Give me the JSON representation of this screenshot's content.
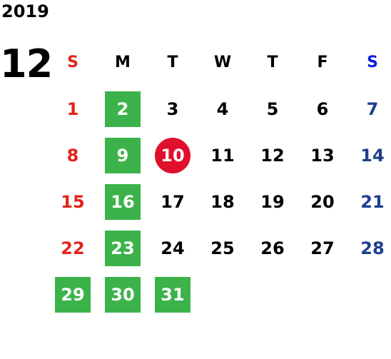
{
  "calendar": {
    "year": "2019",
    "month": "12",
    "weekdays": [
      "S",
      "M",
      "T",
      "W",
      "T",
      "F",
      "S"
    ],
    "weeks": [
      [
        "1",
        "2",
        "3",
        "4",
        "5",
        "6",
        "7"
      ],
      [
        "8",
        "9",
        "10",
        "11",
        "12",
        "13",
        "14"
      ],
      [
        "15",
        "16",
        "17",
        "18",
        "19",
        "20",
        "21"
      ],
      [
        "22",
        "23",
        "24",
        "25",
        "26",
        "27",
        "28"
      ],
      [
        "29",
        "30",
        "31",
        "",
        "",
        "",
        ""
      ]
    ],
    "today": "10",
    "highlighted_days": [
      "2",
      "9",
      "16",
      "23",
      "29",
      "30",
      "31"
    ],
    "colors": {
      "sunday": "#e3231b",
      "saturday": "#1e3f8f",
      "saturday_header": "#0a1fe0",
      "highlight": "#3cb34a",
      "today": "#e0102c"
    }
  }
}
